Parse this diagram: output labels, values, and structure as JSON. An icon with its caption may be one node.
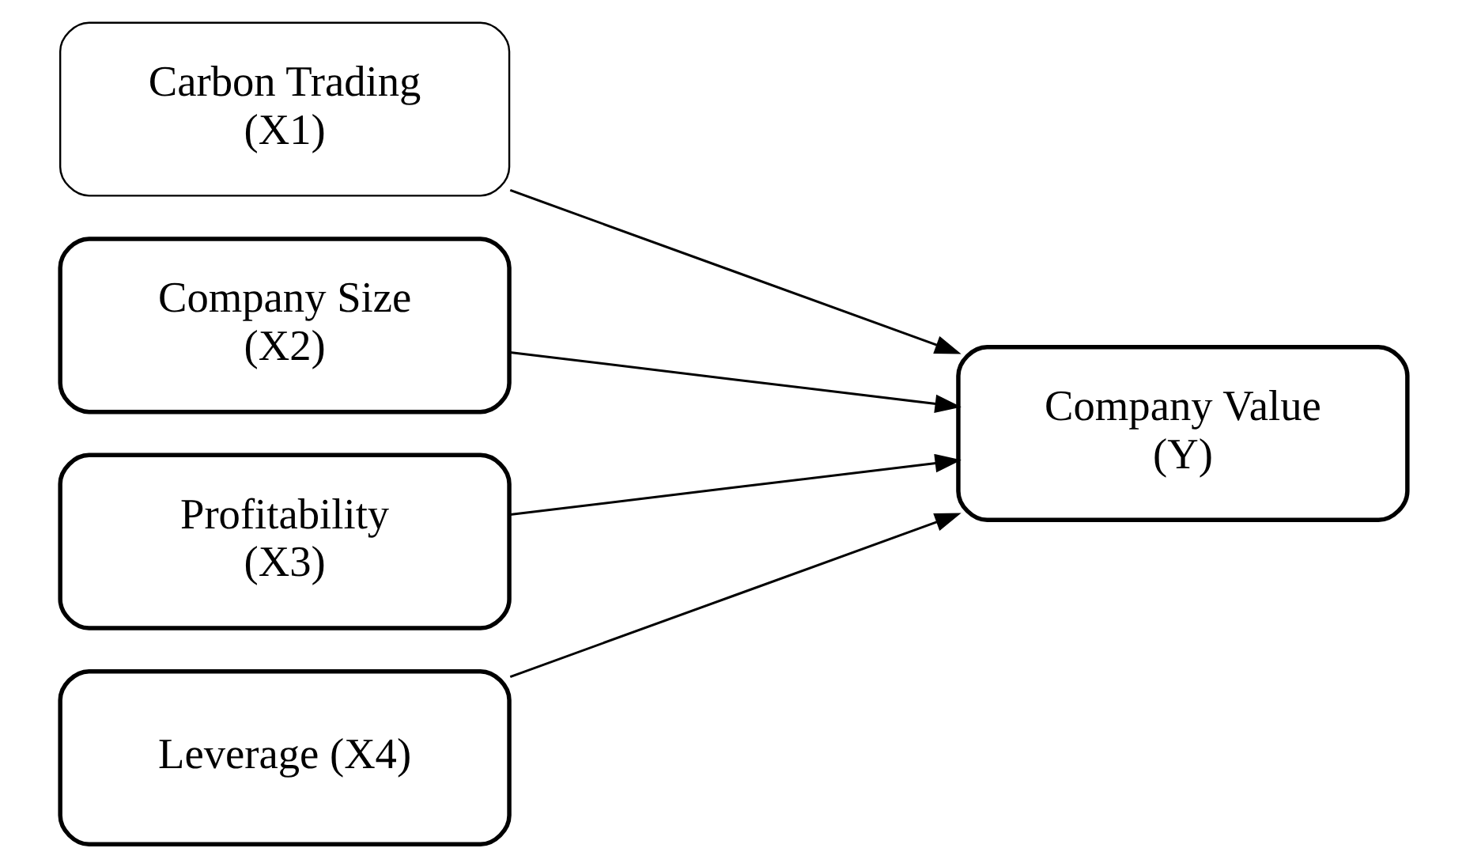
{
  "diagram": {
    "nodes": [
      {
        "text": [
          "Carbon Trading (X1)"
        ]
      },
      {
        "text": [
          "Company Size (X2)"
        ]
      },
      {
        "text": [
          "Profitability (X3)"
        ]
      },
      {
        "text": [
          "Leverage (X4)"
        ]
      },
      {
        "text": [
          "Company Value (Y)"
        ]
      }
    ],
    "edges": [
      {
        "from": 0,
        "to": 4,
        "arrow": "to"
      },
      {
        "from": 1,
        "to": 4,
        "arrow": "to"
      },
      {
        "from": 2,
        "to": 4,
        "arrow": "to"
      },
      {
        "from": 3,
        "to": 4,
        "arrow": "to"
      }
    ]
  }
}
